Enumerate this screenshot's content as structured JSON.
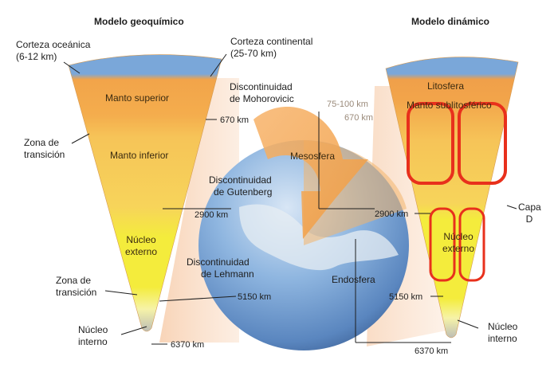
{
  "titles": {
    "left": "Modelo geoquímico",
    "right": "Modelo dinámico"
  },
  "left_model": {
    "corteza_oceanica": "Corteza oceánica",
    "corteza_oceanica_range": "(6-12 km)",
    "corteza_continental": "Corteza continental",
    "corteza_continental_range": "(25-70 km)",
    "manto_superior": "Manto superior",
    "zona_transicion_1a": "Zona de",
    "zona_transicion_1b": "transición",
    "manto_inferior": "Manto inferior",
    "nucleo_externo_a": "Núcleo",
    "nucleo_externo_b": "externo",
    "zona_transicion_2a": "Zona de",
    "zona_transicion_2b": "transición",
    "nucleo_interno_a": "Núcleo",
    "nucleo_interno_b": "interno",
    "depth_6370": "6370 km"
  },
  "center": {
    "moho_a": "Discontinuidad",
    "moho_b": "de Mohorovicic",
    "depth_670": "670 km",
    "gutenberg_a": "Discontinuidad",
    "gutenberg_b": "de Gutenberg",
    "depth_2900_left": "2900 km",
    "mesosfera": "Mesosfera",
    "depth_2900_right": "2900 km",
    "lehmann_a": "Discontinuidad",
    "lehmann_b": "de Lehmann",
    "depth_5150": "5150 km",
    "endosfera": "Endosfera",
    "depth_6370": "6370 km"
  },
  "right_model": {
    "litosfera": "Litosfera",
    "manto_sublitosferico": "Manto sublitosférico",
    "depth_75_100": "75-100 km",
    "depth_670": "670 km",
    "capa_a": "Capa",
    "capa_b": "D",
    "nucleo_externo_a": "Núcleo",
    "nucleo_externo_b": "externo",
    "depth_5150": "5150 km",
    "nucleo_interno_a": "Núcleo",
    "nucleo_interno_b": "interno"
  },
  "colors": {
    "crust_blue": "#7aa7d9",
    "upper_mantle": "#f2a44a",
    "lower_mantle": "#f7c95a",
    "outer_core": "#f4ec3c",
    "inner_core": "#f6f3a8",
    "convection": "#e8301c",
    "globe_ocean": "#6d9fd6"
  }
}
